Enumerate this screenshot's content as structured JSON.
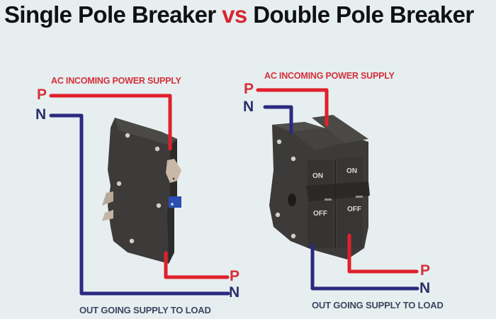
{
  "title": {
    "left": "Single Pole Breaker",
    "vs": "vs",
    "right": "Double Pole Breaker"
  },
  "colors": {
    "background": "#e6eef0",
    "phase_wire": "#e0202a",
    "neutral_wire": "#2b2a80",
    "breaker_body": "#3c3b39",
    "vs_accent": "#d8262f"
  },
  "single_pole": {
    "incoming_label": "AC INCOMING POWER SUPPLY",
    "in_p": "P",
    "in_n": "N",
    "out_p": "P",
    "out_n": "N",
    "outgoing_label": "OUT GOING SUPPLY TO LOAD"
  },
  "double_pole": {
    "incoming_label": "AC INCOMING POWER SUPPLY",
    "in_p": "P",
    "in_n": "N",
    "out_p": "P",
    "out_n": "N",
    "outgoing_label": "OUT GOING SUPPLY TO LOAD",
    "left_on": "ON",
    "right_on": "ON",
    "left_off": "OFF",
    "right_off": "OFF"
  }
}
